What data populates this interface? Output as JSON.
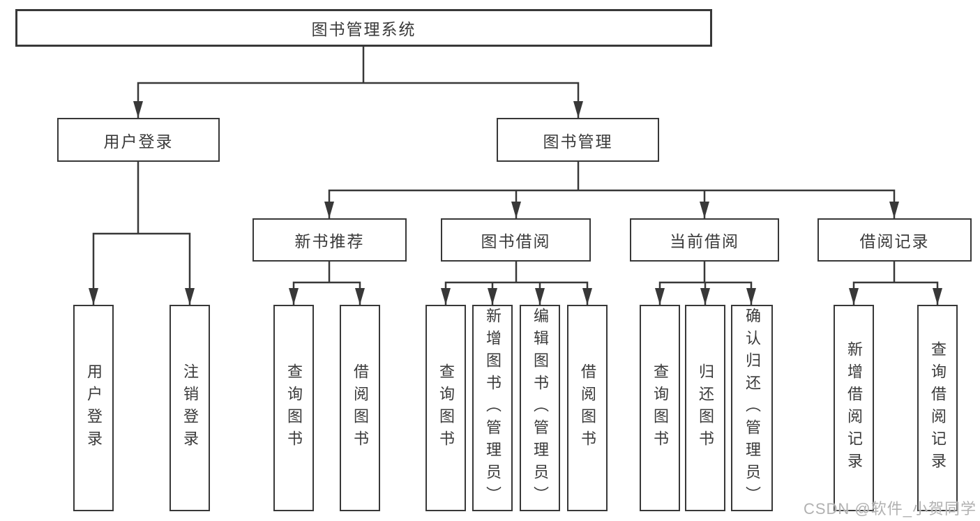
{
  "watermark": "CSDN @软件_小贺同学",
  "tree": {
    "root": {
      "label": "图书管理系统"
    },
    "user_login": {
      "label": "用户登录",
      "children": [
        {
          "label": "用户登录"
        },
        {
          "label": "注销登录"
        }
      ]
    },
    "book_mgmt": {
      "label": "图书管理",
      "children": [
        {
          "label": "新书推荐",
          "children": [
            {
              "label": "查询图书"
            },
            {
              "label": "借阅图书"
            }
          ]
        },
        {
          "label": "图书借阅",
          "children": [
            {
              "label": "查询图书"
            },
            {
              "label": "新增图书（管理员）"
            },
            {
              "label": "编辑图书（管理员）"
            },
            {
              "label": "借阅图书"
            }
          ]
        },
        {
          "label": "当前借阅",
          "children": [
            {
              "label": "查询图书"
            },
            {
              "label": "归还图书"
            },
            {
              "label": "确认归还（管理员）"
            }
          ]
        },
        {
          "label": "借阅记录",
          "children": [
            {
              "label": "新增借阅记录"
            },
            {
              "label": "查询借阅记录"
            }
          ]
        }
      ]
    }
  }
}
